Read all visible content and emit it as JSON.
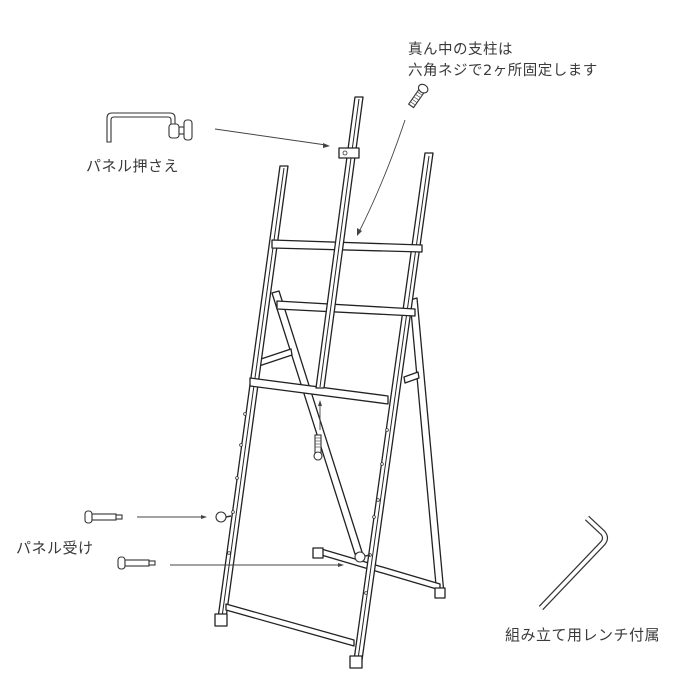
{
  "diagram": {
    "subject": "easel assembly parts diagram",
    "labels": {
      "center_post_note_line1": "真ん中の支柱は",
      "center_post_note_line2": "六角ネジで2ヶ所固定します",
      "panel_clamp": "パネル押さえ",
      "panel_holder": "パネル受け",
      "wrench_included": "組み立て用レンチ付属"
    },
    "parts": [
      {
        "name": "panel-clamp",
        "label_ref": "panel_clamp"
      },
      {
        "name": "hex-screw",
        "label_ref": "center_post_note_line2",
        "count": 2
      },
      {
        "name": "panel-holder-pin",
        "label_ref": "panel_holder",
        "count": 2
      },
      {
        "name": "hex-wrench",
        "label_ref": "wrench_included"
      }
    ],
    "colors": {
      "line": "#222222",
      "text": "#3a3a3a",
      "background": "#ffffff"
    }
  }
}
